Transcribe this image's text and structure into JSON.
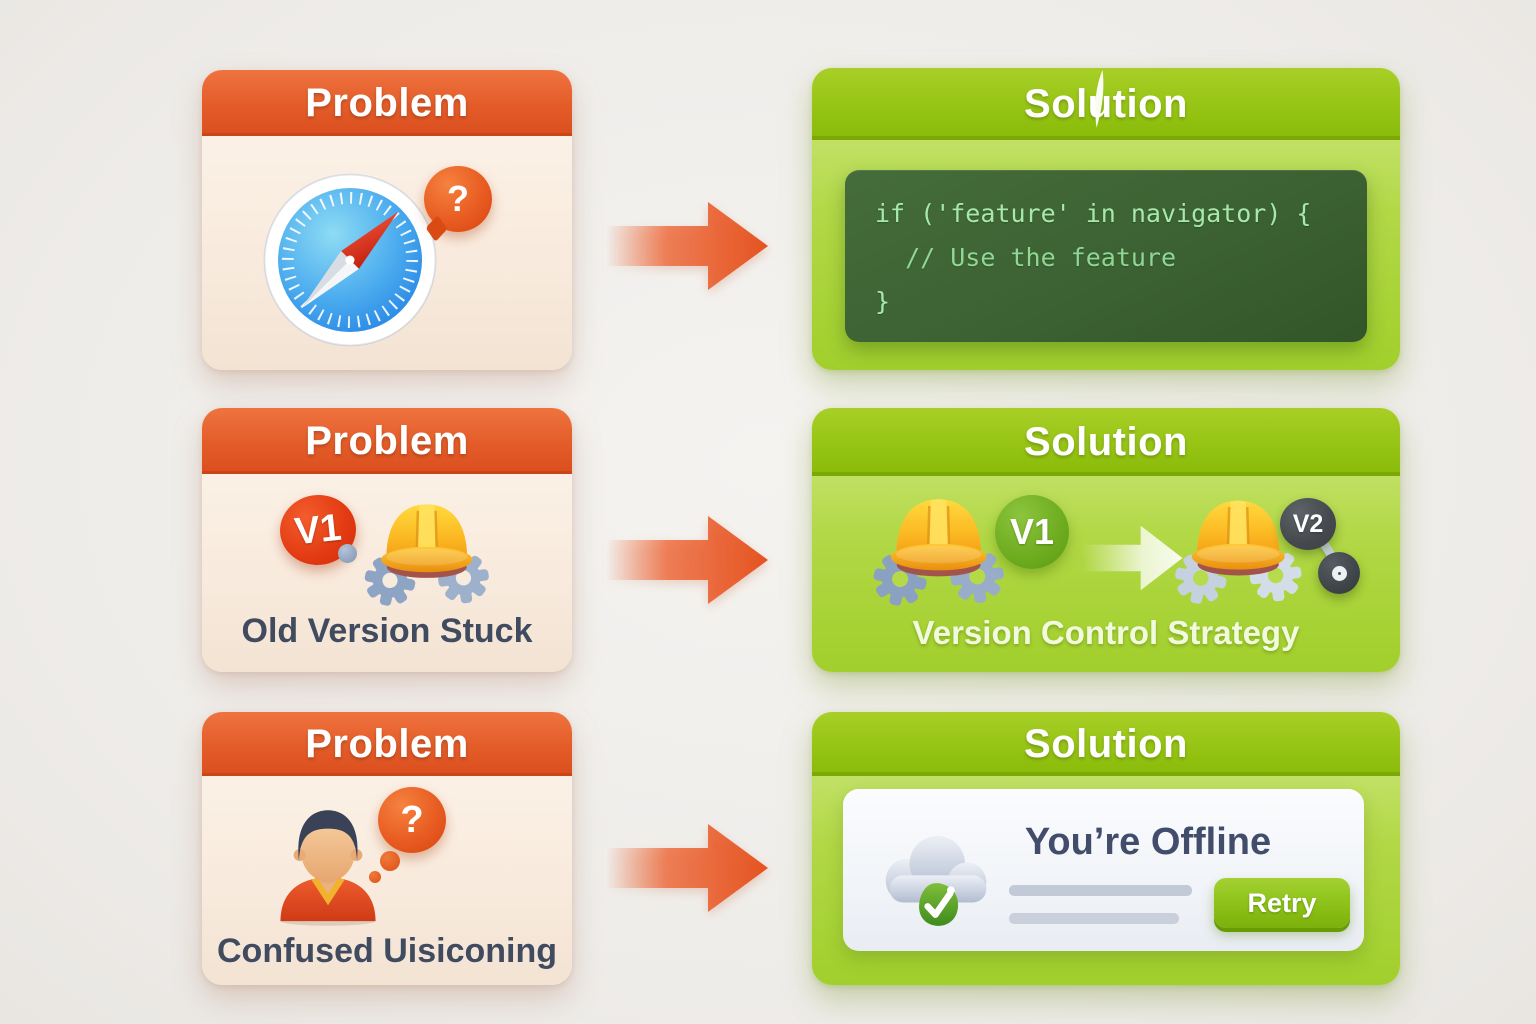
{
  "page": {
    "background_color": "#f1efec",
    "layout": "three problem-solution rows with arrows"
  },
  "colors": {
    "problem_header": "#e35c28",
    "problem_body": "#f9ecdf",
    "solution_header": "#96c414",
    "solution_body": "#b2d846",
    "code_background": "#3c6132",
    "code_text": "#a7e9aa",
    "arrow_orange": "#e4521f",
    "caption_dark": "#414b60",
    "retry_green": "#8cc117"
  },
  "icons": {
    "row1_problem": [
      "safari-compass-icon",
      "question-bubble-icon"
    ],
    "row2_problem": [
      "v1-badge-red",
      "hard-hat-gears-icon"
    ],
    "row2_solution": [
      "hard-hat-gears-icon",
      "v1-badge-green",
      "fade-arrow-icon",
      "v2-badge",
      "git-node-icon"
    ],
    "row3_problem": [
      "person-avatar-icon",
      "thought-bubble-icon"
    ],
    "row3_solution": [
      "cloud-check-icon"
    ],
    "between_cards": "arrow-right-icon"
  },
  "row1": {
    "problem": {
      "header": "Problem",
      "question_mark": "?"
    },
    "solution": {
      "header": "Solution",
      "code_line1": "if ('feature' in navigator) {",
      "code_line2": "  // Use the feature",
      "code_line3": "}"
    }
  },
  "row2": {
    "problem": {
      "header": "Problem",
      "version_badge": "V1",
      "caption": "Old Version Stuck"
    },
    "solution": {
      "header": "Solution",
      "v1_badge": "V1",
      "v2_badge": "V2",
      "caption": "Version Control Strategy"
    }
  },
  "row3": {
    "problem": {
      "header": "Problem",
      "question_mark": "?",
      "caption": "Confused Uisiconing"
    },
    "solution": {
      "header": "Solution",
      "offline_title": "You’re Offline",
      "retry_label": "Retry"
    }
  }
}
